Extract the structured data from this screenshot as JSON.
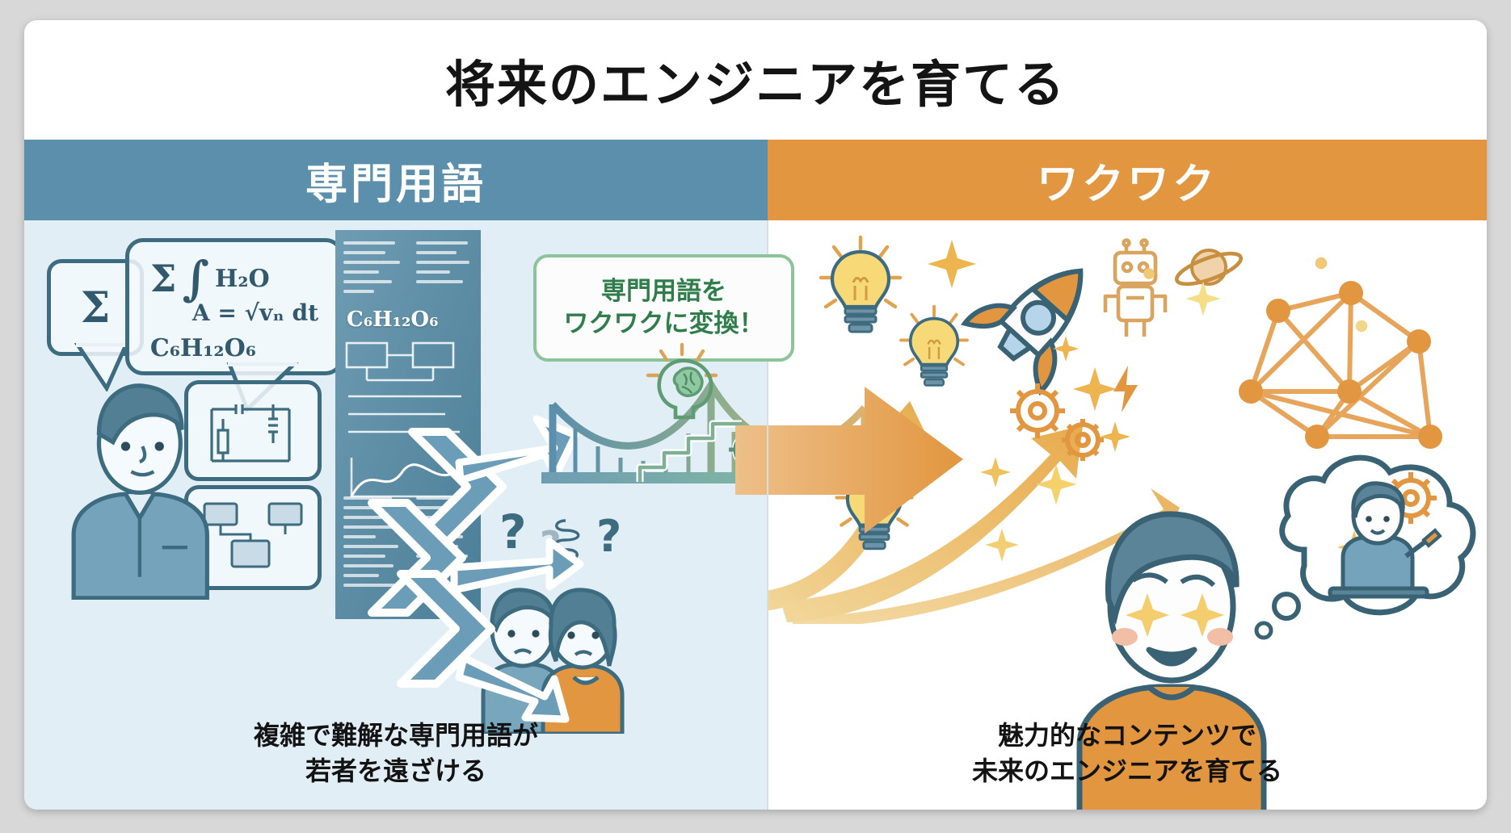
{
  "slide": {
    "title": "将来のエンジニアを育てる",
    "background_color": "#ffffff",
    "page_background": "#d8d8d8"
  },
  "columns": {
    "left": {
      "header_label": "専門用語",
      "header_color": "#5b8fab",
      "panel_color": "#e2eef6",
      "caption_line1": "複雑で難解な専門用語が",
      "caption_line2": "若者を遠ざける",
      "formulas": {
        "sigma": "Σ",
        "integral": "∫",
        "water": "H₂O",
        "equation": "A = √vₙ dt",
        "glucose": "C₆H₁₂O₆",
        "lone_sigma": "Σ"
      },
      "doc_label": "C₆H₁₂O₆",
      "question_marks": [
        "?",
        "?",
        "?"
      ],
      "icon_names": [
        "speech-bubble-icon",
        "document-stack-icon",
        "circuit-diagram-icon",
        "flowchart-icon",
        "scatter-plot-icon",
        "confused-person-icon",
        "question-mark-icon",
        "confusion-swirl-icon",
        "diverging-arrows-icon"
      ]
    },
    "right": {
      "header_label": "ワクワク",
      "header_color": "#e2963f",
      "panel_color": "#ffffff",
      "caption_line1": "魅力的なコンテンツで",
      "caption_line2": "未来のエンジニアを育てる",
      "icon_names": [
        "lightbulb-icon",
        "rocket-icon",
        "robot-icon",
        "saturn-planet-icon",
        "sparkle-icon",
        "gear-icon",
        "lightning-bolt-icon",
        "network-graph-icon",
        "excited-boy-icon",
        "thought-bubble-icon",
        "soldering-student-icon"
      ]
    }
  },
  "callout": {
    "line1": "専門用語を",
    "line2": "ワクワクに変換！",
    "text_color": "#2f7d4a",
    "border_color": "#8cc49a",
    "icon_name": "brain-head-icon"
  },
  "bridge": {
    "icon_name": "suspension-bridge-icon",
    "stairs_icon_name": "stairs-icon",
    "gears_icon_name": "gears-icon"
  },
  "colors": {
    "blue_header": "#5b8fab",
    "orange_header": "#e2963f",
    "left_panel": "#e2eef6",
    "green_accent": "#8cc49a",
    "green_text": "#2f7d4a",
    "dark_blue_line": "#3d6b80",
    "yellow_bulb": "#f6d372",
    "title_text": "#141414"
  }
}
